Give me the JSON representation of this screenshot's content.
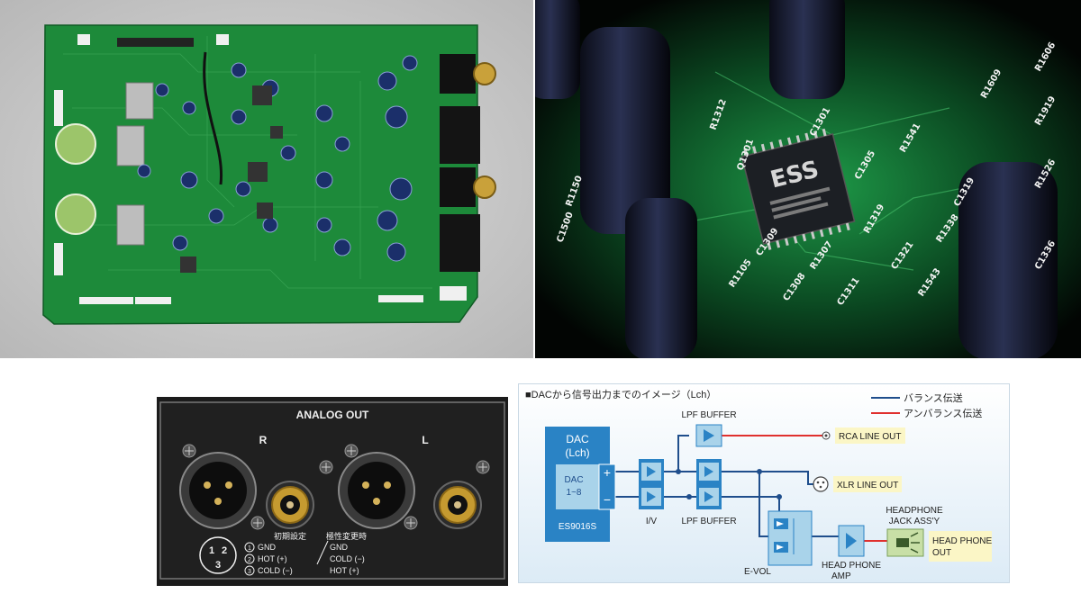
{
  "analog_out": {
    "title": "ANALOG OUT",
    "right_label": "R",
    "left_label": "L",
    "pin_numbers": [
      "1",
      "2",
      "3"
    ],
    "initial_setting_header": "初期設定",
    "reversed_setting_header": "極性変更時",
    "pins": [
      {
        "num": "1",
        "initial": "GND",
        "reversed": "GND"
      },
      {
        "num": "2",
        "initial": "HOT (+)",
        "reversed": "COLD (−)"
      },
      {
        "num": "3",
        "initial": "COLD (−)",
        "reversed": "HOT (+)"
      }
    ]
  },
  "closeup": {
    "chip_logo": "ESS",
    "silkscreen": [
      "Q1301",
      "C1301",
      "R1541",
      "C1305",
      "C1309",
      "R1307",
      "C1311",
      "C1308",
      "R1105",
      "C1321",
      "R1543",
      "R1338",
      "R1319",
      "C1319",
      "R1919",
      "C1500",
      "R1150",
      "R1312",
      "C1336",
      "R1526",
      "R1606",
      "R1609"
    ]
  },
  "diagram": {
    "title": "■DACから信号出力までのイメージ（Lch）",
    "legend": [
      {
        "label": "バランス伝送",
        "color": "#1f4e8c"
      },
      {
        "label": "アンバランス伝送",
        "color": "#e0302e"
      }
    ],
    "dac_label_line1": "DAC",
    "dac_label_line2": "(Lch)",
    "dac_inner_line1": "DAC",
    "dac_inner_line2": "1~8",
    "dac_chip": "ES9016S",
    "iv_label": "I/V",
    "lpf_top_label": "LPF BUFFER",
    "lpf_bottom_label": "LPF BUFFER",
    "evol_label": "E-VOL",
    "hp_amp_line1": "HEAD PHONE",
    "hp_amp_line2": "AMP",
    "jack_line1": "HEADPHONE",
    "jack_line2": "JACK ASS'Y",
    "rca_out": "RCA LINE OUT",
    "xlr_out": "XLR LINE OUT",
    "hp_out_line1": "HEAD PHONE",
    "hp_out_line2": "OUT",
    "plus": "+",
    "minus": "−"
  },
  "colors": {
    "balanced": "#1f4e8c",
    "unbalanced": "#e0302e",
    "block_fill": "#2a83c5",
    "buffer_fill": "#a9d3ea",
    "label_fill": "#fbf6c6",
    "jack_fill": "#c8dfa6"
  }
}
